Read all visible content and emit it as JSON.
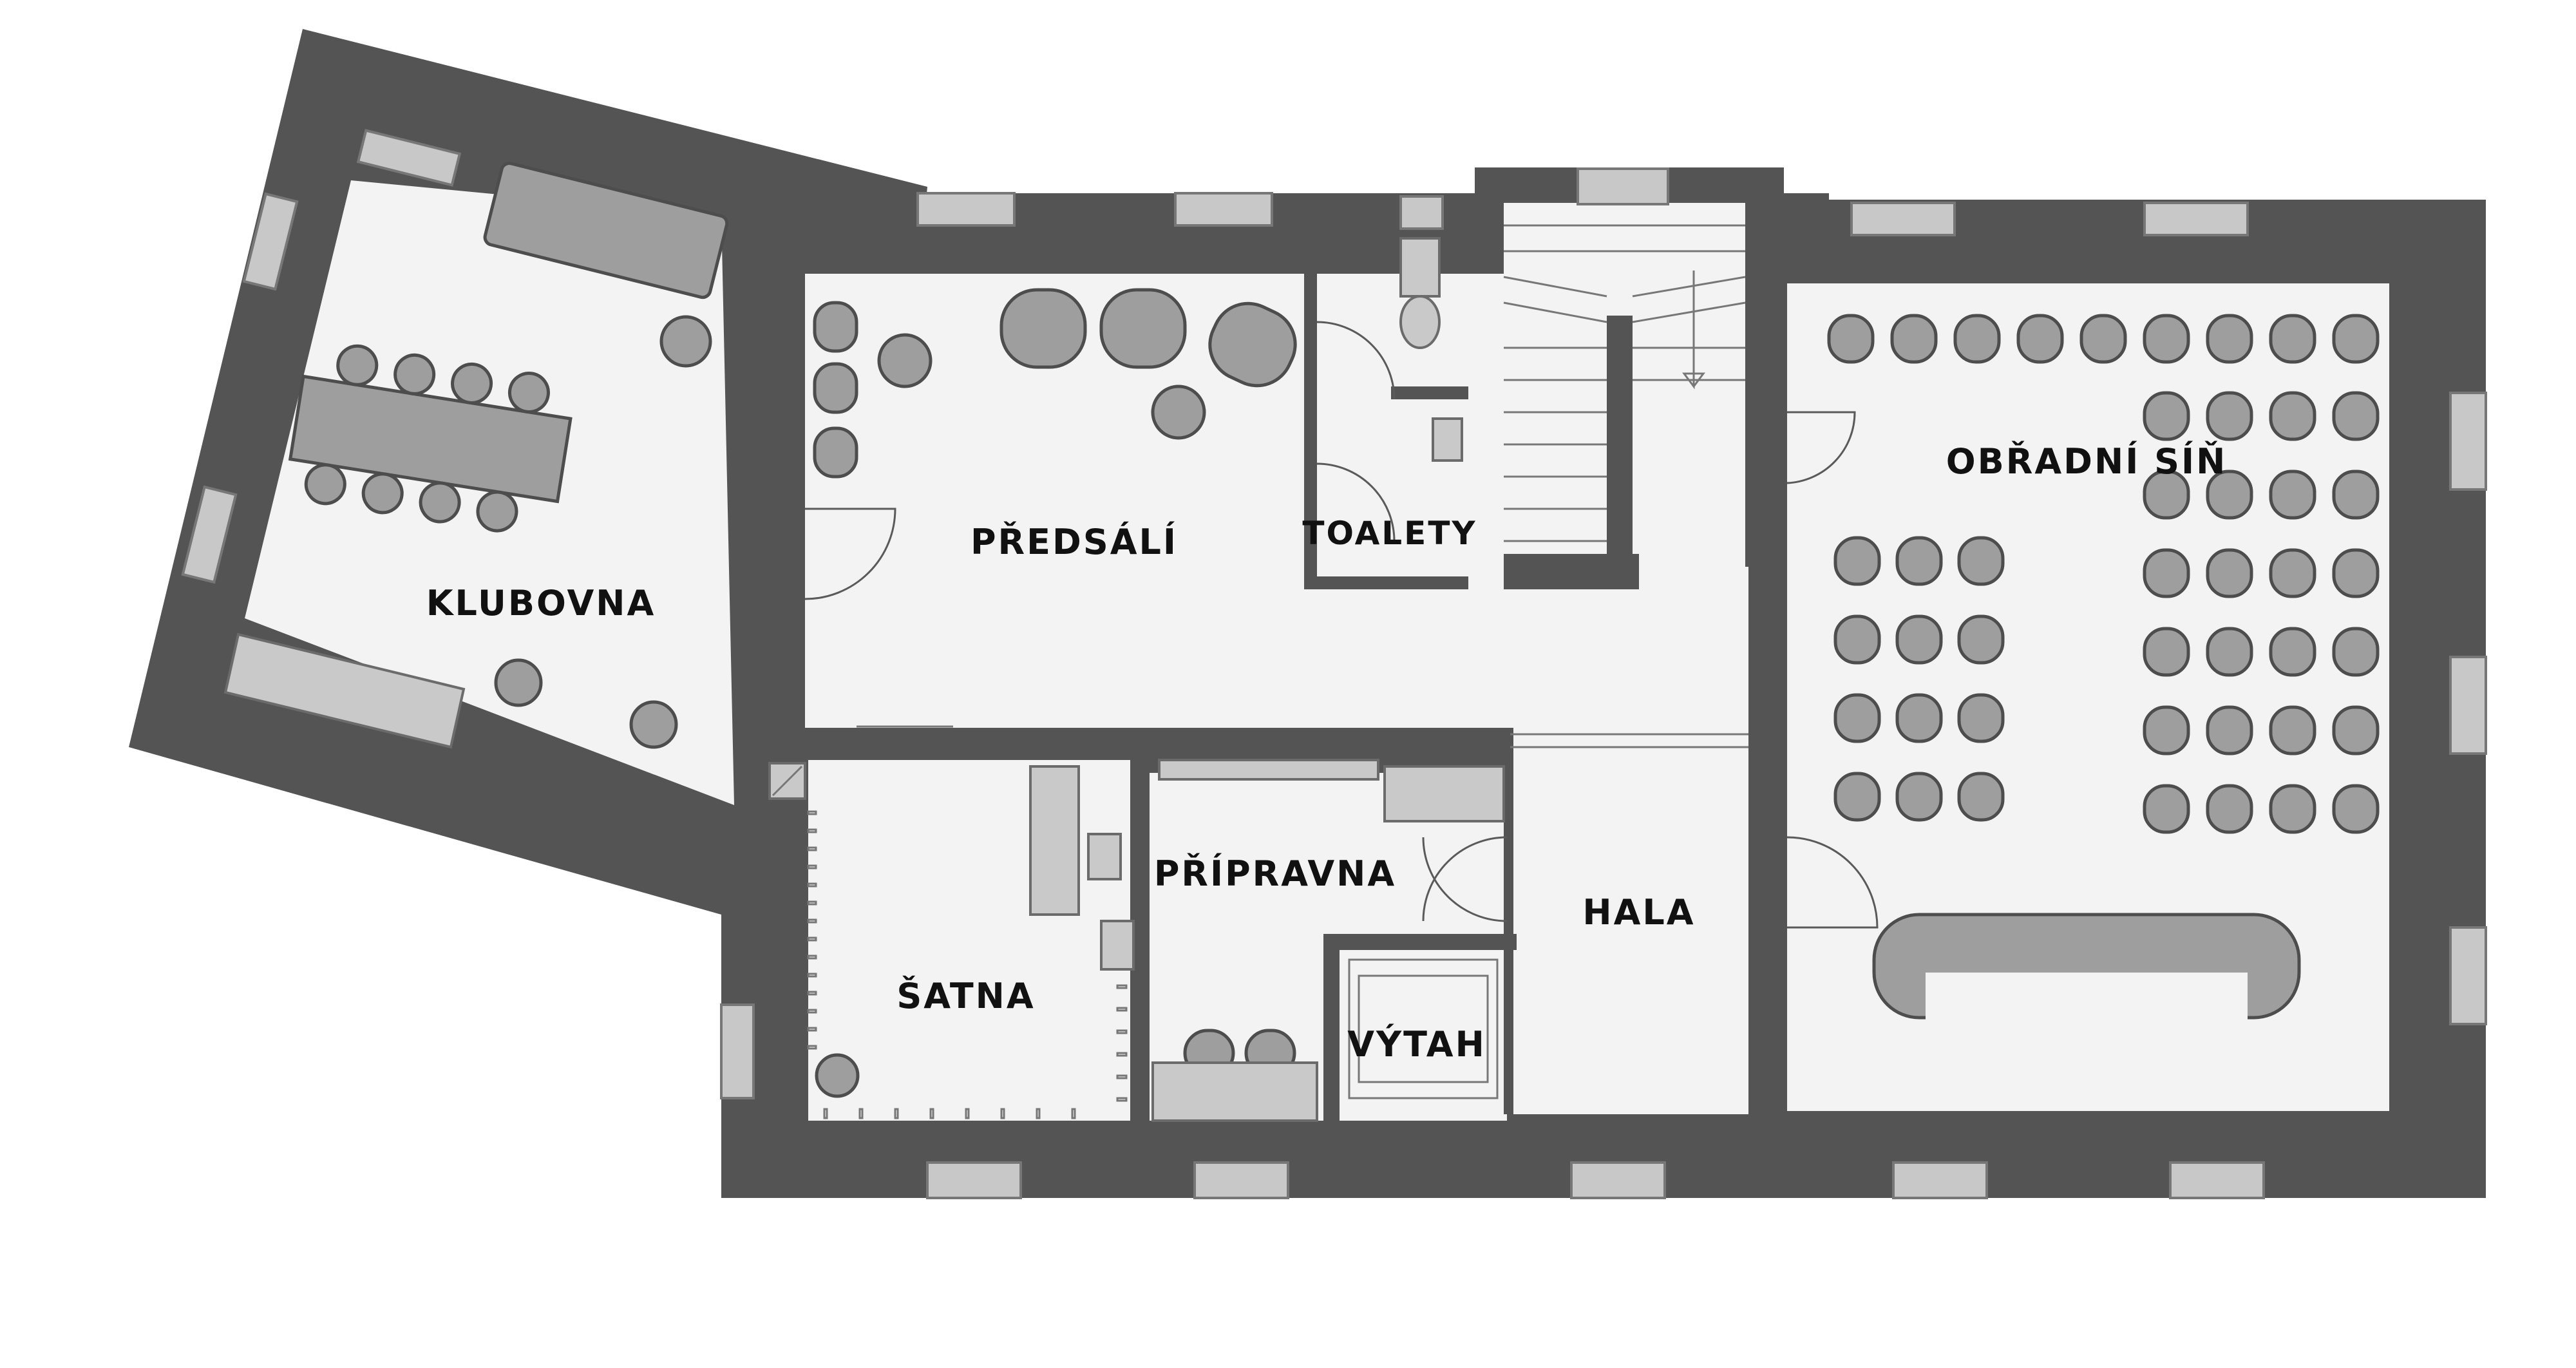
{
  "rooms": {
    "klubovna": "KLUBOVNA",
    "predsali": "PŘEDSÁLÍ",
    "toalety": "TOALETY",
    "obradni_sin": "OBŘADNÍ SÍŇ",
    "hala": "HALA",
    "pripravna": "PŘÍPRAVNA",
    "satna": "ŠATNA",
    "vytah": "VÝTAH"
  },
  "colors": {
    "wall": "#545454",
    "floor": "#f3f3f3",
    "furniture": "#9e9e9e",
    "window": "#c8c8c8"
  },
  "icons": [
    "stair-arrow-icon",
    "door-swing-icon",
    "chair-icon",
    "sink-icon",
    "toilet-icon",
    "elevator-icon"
  ]
}
